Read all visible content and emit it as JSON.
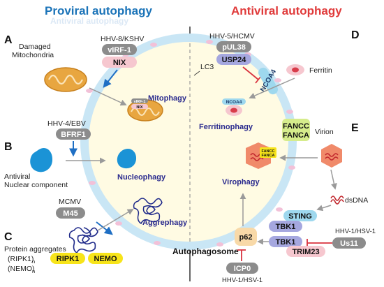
{
  "headers": {
    "left": "Proviral autophagy",
    "left_ghost": "Antiviral autophagy",
    "right": "Antiviral autophagy"
  },
  "panels": [
    "A",
    "B",
    "C",
    "D",
    "E"
  ],
  "labels": {
    "damaged_mito_1": "Damaged",
    "damaged_mito_2": "Mitochondria",
    "hhv8": "HHV-8/KSHV",
    "hhv4": "HHV-4/EBV",
    "antiviral_1": "Antiviral",
    "antiviral_2": "Nuclear component",
    "mcmv": "MCMV",
    "protein_agg": "Protein aggregates",
    "ripk1n": "(RIPK1)",
    "nemon": "(NEMO)",
    "sub_n": "n",
    "hhv5": "HHV-5/HCMV",
    "lc3": "LC3",
    "ferritin": "Ferritin",
    "virion": "Virion",
    "dsdna": "dsDNA",
    "hhv1_right": "HHV-1/HSV-1",
    "hhv1_bottom": "HHV-1/HSV-1",
    "autophagosome": "Autophagosome"
  },
  "processes": {
    "mitophagy": "Mitophagy",
    "nucleophagy": "Nucleophagy",
    "aggrephagy": "Aggrephagy",
    "ferritinophagy": "Ferritinophagy",
    "virophagy": "Virophagy"
  },
  "pills": {
    "virf1": "vIRF-1",
    "nix": "NIX",
    "mini_virf1": "vIRF-1",
    "mini_nix": "NIX",
    "bfrf1": "BFRF1",
    "m45": "M45",
    "ripk1": "RIPK1",
    "nemo": "NEMO",
    "pul38": "pUL38",
    "usp24": "USP24",
    "ncoa4": "NCOA4",
    "mini_ncoa4": "NCOA4",
    "fancc": "FANCC",
    "fanca": "FANCA",
    "mini_fancc": "FANCC",
    "mini_fanca": "FANCA",
    "sting": "STING",
    "tbk1_a": "TBK1",
    "tbk1_b": "TBK1",
    "us11": "Us11",
    "trim23": "TRIM23",
    "p62": "p62",
    "icp0": "ICP0"
  },
  "colors": {
    "proviral": "#1a73b8",
    "antiviral": "#e03a3a",
    "membrane": "#c9e6f5",
    "lumen": "#fffbe3",
    "gray_pill": "#8c8c8c",
    "pink_pill": "#f6c7cf",
    "purple_pill": "#a5a7df",
    "yellow_pill": "#f7e41a",
    "mito": "#e8a640",
    "nucleus": "#1b93d6",
    "aggregate": "#1f2a8a",
    "virion": "#f08a6a",
    "inhibit": "#d9333f"
  }
}
